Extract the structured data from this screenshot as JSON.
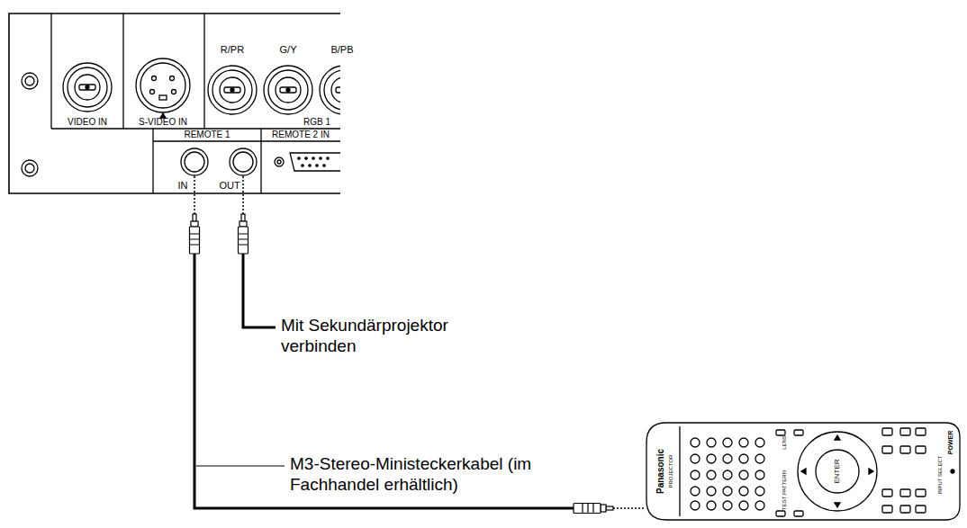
{
  "diagram": {
    "labels": [
      "VIDEO IN",
      "S-VIDEO IN",
      "R/PR",
      "G/Y",
      "B/PB",
      "RGB 1",
      "REMOTE 1",
      "REMOTE 2 IN",
      "IN",
      "OUT",
      "Mit Sekundärprojektor verbinden",
      "M3-Stereo-Ministeckerkabel (im Fachhandel erhältlich)",
      "Panasonic",
      "PROJECTOR",
      "LENS",
      "TEST PATTERN",
      "ENTER",
      "POWER",
      "INPUT SELECT"
    ]
  }
}
